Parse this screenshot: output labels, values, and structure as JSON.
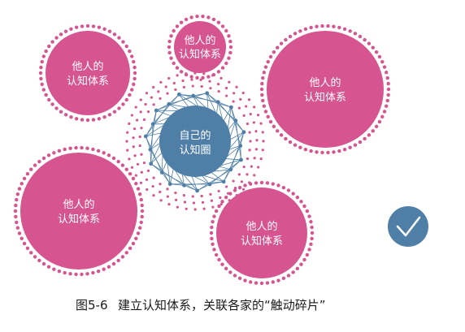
{
  "colors": {
    "other_fill": "#d6548f",
    "other_ring": "#d6548f",
    "self_fill": "#4f7fa6",
    "self_net": "#4f7fa6",
    "dot_ring": "#d6548f",
    "check_fill": "#4f7fa6",
    "check_mark": "#ffffff",
    "caption_text": "#1a1a1a"
  },
  "self_circle": {
    "line1": "自己的",
    "line2": "认知圈"
  },
  "others": [
    {
      "line1": "他人的",
      "line2": "认知体系"
    },
    {
      "line1": "他人的",
      "line2": "认知体系"
    },
    {
      "line1": "他人的",
      "line2": "认知体系"
    },
    {
      "line1": "他人的",
      "line2": "认知体系"
    },
    {
      "line1": "他人的",
      "line2": "认知体系"
    }
  ],
  "checkmark_icon": "checkmark-icon",
  "caption": {
    "figure_no": "图5-6",
    "text": "建立认知体系，关联各家的“触动碎片”"
  }
}
